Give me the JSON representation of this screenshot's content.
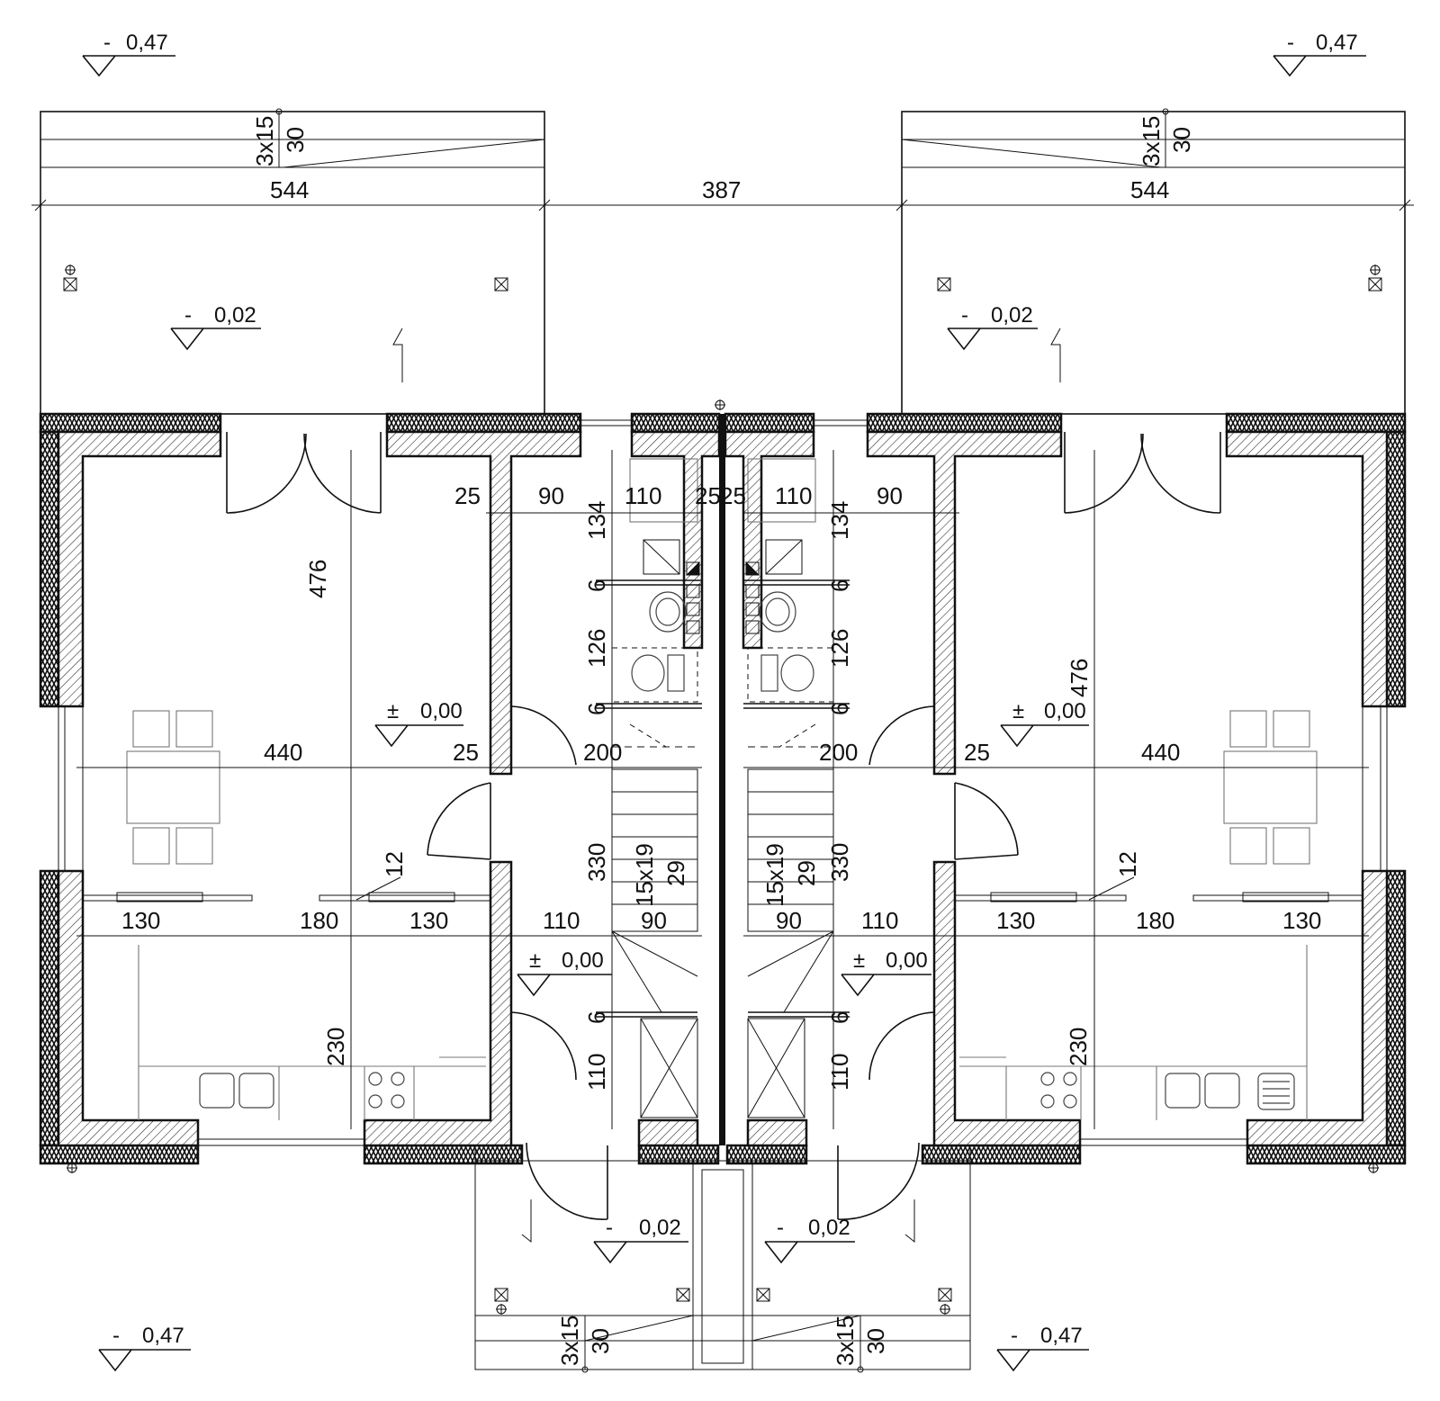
{
  "levels": {
    "top_left": {
      "sign": "-",
      "value": "0,47"
    },
    "top_right": {
      "sign": "-",
      "value": "0,47"
    },
    "bottom_left": {
      "sign": "-",
      "value": "0,47"
    },
    "bottom_right": {
      "sign": "-",
      "value": "0,47"
    },
    "terrace_left": {
      "sign": "-",
      "value": "0,02"
    },
    "terrace_right": {
      "sign": "-",
      "value": "0,02"
    },
    "entry_left": {
      "sign": "-",
      "value": "0,02"
    },
    "entry_right": {
      "sign": "-",
      "value": "0,02"
    },
    "living_left": {
      "sign": "±",
      "value": "0,00"
    },
    "living_right": {
      "sign": "±",
      "value": "0,00"
    },
    "hall_left": {
      "sign": "±",
      "value": "0,00"
    },
    "hall_right": {
      "sign": "±",
      "value": "0,00"
    }
  },
  "dimensions": {
    "terrace_width_left": "544",
    "gap_between_terraces": "387",
    "terrace_width_right": "544",
    "step_rise_top_left": "3x15",
    "step_tread_top_left": "30",
    "step_rise_top_right": "3x15",
    "step_tread_top_right": "30",
    "step_rise_bottom_left": "3x15",
    "step_tread_bottom_left": "30",
    "step_rise_bottom_right": "3x15",
    "step_tread_bottom_right": "30",
    "living_height_left": "476",
    "living_height_right": "476",
    "living_width_left": "440",
    "living_width_right": "440",
    "wall_left_a": "25",
    "wall_left_b": "25",
    "wall_right_a": "25",
    "wall_right_b": "25",
    "bath_width_left": "90",
    "bath_width_right": "90",
    "wc_width_left": "110",
    "wc_width_right": "110",
    "party_wall_left": "25",
    "party_wall_right": "25",
    "bath_depth_left": "134",
    "bath_depth_right": "134",
    "partition_left_1": "6",
    "partition_right_1": "6",
    "wc_depth_left": "126",
    "wc_depth_right": "126",
    "partition_left_2": "6",
    "partition_right_2": "6",
    "hall_width_left": "200",
    "hall_width_right": "200",
    "stair_run_left": "330",
    "stair_run_right": "330",
    "stair_steps_left": "15x19",
    "stair_steps_right": "15x19",
    "stair_tread_left": "29",
    "stair_tread_right": "29",
    "stair_width_left": "90",
    "stair_width_right": "90",
    "hall_depth_left": "110",
    "hall_depth_right": "110",
    "partition_left_3": "6",
    "partition_right_3": "6",
    "vestibule_left": "110",
    "vestibule_right": "110",
    "opening_left_1": "130",
    "opening_left_2": "180",
    "opening_left_3": "130",
    "opening_right_1": "130",
    "opening_right_2": "180",
    "opening_right_3": "130",
    "wall_thickness_left": "12",
    "wall_thickness_right": "12",
    "kitchen_depth_left": "230",
    "kitchen_depth_right": "230"
  }
}
